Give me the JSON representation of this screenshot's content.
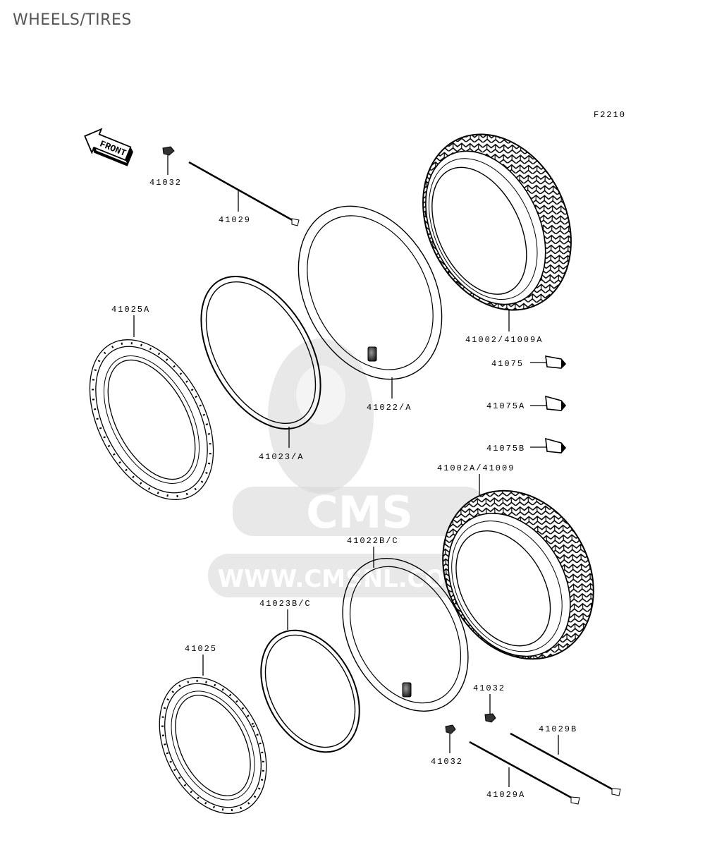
{
  "title": "WHEELS/TIRES",
  "figure_code": "F2210",
  "direction_label": "FRONT",
  "watermark": {
    "brand": "CMS",
    "url": "WWW.CMSNL.COM"
  },
  "parts": [
    {
      "id": "p41032_top",
      "label": "41032"
    },
    {
      "id": "p41029",
      "label": "41029"
    },
    {
      "id": "p41025a",
      "label": "41025A"
    },
    {
      "id": "p41023a",
      "label": "41023/A"
    },
    {
      "id": "p41022a",
      "label": "41022/A"
    },
    {
      "id": "p41002",
      "label": "41002/41009A"
    },
    {
      "id": "p41075",
      "label": "41075"
    },
    {
      "id": "p41075a",
      "label": "41075A"
    },
    {
      "id": "p41075b",
      "label": "41075B"
    },
    {
      "id": "p41002a",
      "label": "41002A/41009"
    },
    {
      "id": "p41022b",
      "label": "41022B/C"
    },
    {
      "id": "p41023b",
      "label": "41023B/C"
    },
    {
      "id": "p41025",
      "label": "41025"
    },
    {
      "id": "p41032_mid",
      "label": "41032"
    },
    {
      "id": "p41029b",
      "label": "41029B"
    },
    {
      "id": "p41032_low",
      "label": "41032"
    },
    {
      "id": "p41029a",
      "label": "41029A"
    }
  ]
}
